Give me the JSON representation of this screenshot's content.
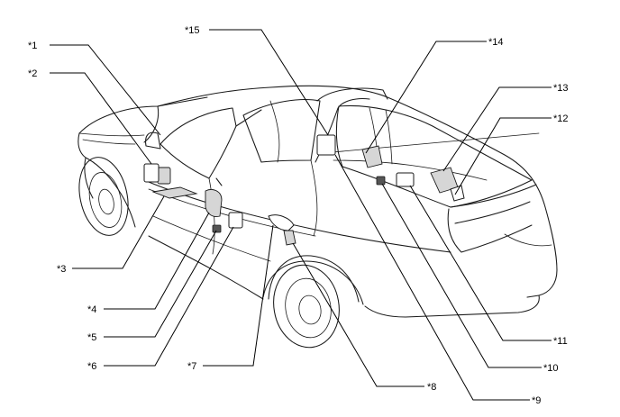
{
  "callouts": {
    "c1": "*1",
    "c2": "*2",
    "c3": "*3",
    "c4": "*4",
    "c5": "*5",
    "c6": "*6",
    "c7": "*7",
    "c8": "*8",
    "c9": "*9",
    "c10": "*10",
    "c11": "*11",
    "c12": "*12",
    "c13": "*13",
    "c14": "*14",
    "c15": "*15"
  }
}
